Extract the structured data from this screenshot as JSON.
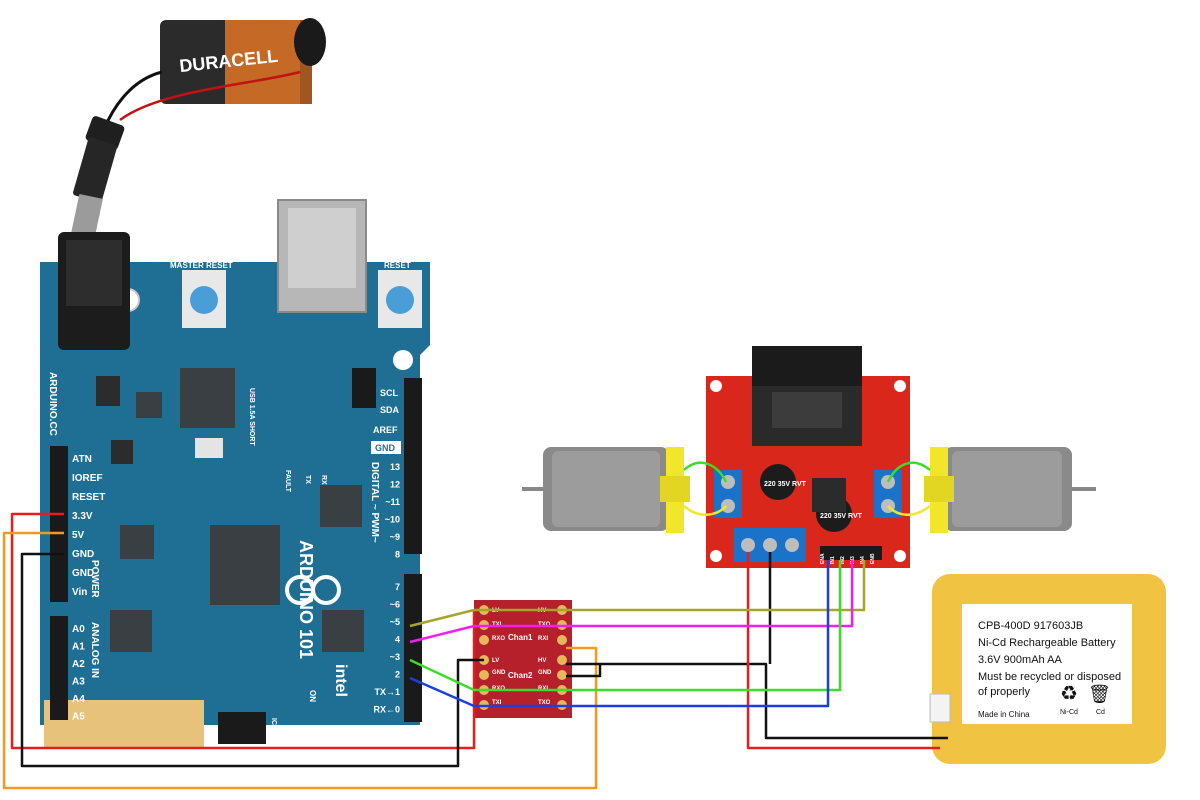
{
  "battery_9v": {
    "brand": "DURACELL"
  },
  "arduino": {
    "labels": {
      "master_reset": "MASTER RESET",
      "reset": "RESET",
      "model": "ARDUINO 101",
      "brand_side": "ARDUINO.CC",
      "power": "POWER",
      "analog_in": "ANALOG IN",
      "digital": "DIGITAL ~ PWM~",
      "on": "ON",
      "icsp": "ICSP",
      "usb": "USB 1.5A SHORT",
      "tx": "TX",
      "rx": "RX",
      "fault": "FAULT",
      "intel": "intel",
      "scl": "SCL",
      "sda": "SDA",
      "aref": "AREF",
      "gnd_top": "GND"
    },
    "power_pins": [
      "ATN",
      "IOREF",
      "RESET",
      "3.3V",
      "5V",
      "GND",
      "GND",
      "Vin"
    ],
    "analog_pins": [
      "A0",
      "A1",
      "A2",
      "A3",
      "A4",
      "A5"
    ],
    "digital_pins_upper": [
      "13",
      "12",
      "~11",
      "~10",
      "~9",
      "8"
    ],
    "digital_pins_lower": [
      "7",
      "~6",
      "~5",
      "4",
      "~3",
      "2",
      "TX→1",
      "RX←0"
    ]
  },
  "level_shifter": {
    "left_top": [
      "LV",
      "TXI",
      "RXO"
    ],
    "right_top": [
      "HV",
      "TXO",
      "RXI"
    ],
    "left_mid": [
      "LV",
      "GND"
    ],
    "right_mid": [
      "HV",
      "GND"
    ],
    "left_bot": [
      "RXO",
      "TXI"
    ],
    "right_bot": [
      "RXI",
      "TXO"
    ],
    "chan1": "Chan1",
    "chan2": "Chan2"
  },
  "motor_driver": {
    "capacitor_1": "220 35V RVT",
    "capacitor_2": "220 35V RVT",
    "pin_labels": [
      "ENA",
      "IN1",
      "IN2",
      "IN3",
      "IN4",
      "ENB"
    ]
  },
  "nicd_battery": {
    "model_line": "CPB-400D   917603JB",
    "type_line": "Ni-Cd Rechargeable Battery",
    "spec_line": "3.6V 900mAh AA",
    "recycle_line_1": "Must be recycled or disposed",
    "recycle_line_2": "of properly",
    "made_in": "Made in China",
    "nicd_symbol": "Ni-Cd",
    "cd_symbol": "Cd"
  },
  "wire_colors": {
    "red": "#e81c1c",
    "black": "#111111",
    "orange": "#f39a1e",
    "green": "#3ddc2a",
    "olive": "#a4a62a",
    "magenta": "#f01ff0",
    "blue": "#1d3fe0",
    "yellow": "#f2e62a"
  },
  "board_colors": {
    "arduino": "#1f6f94",
    "shifter": "#b5202a",
    "driver": "#d9271c",
    "nicd": "#f1c343"
  }
}
